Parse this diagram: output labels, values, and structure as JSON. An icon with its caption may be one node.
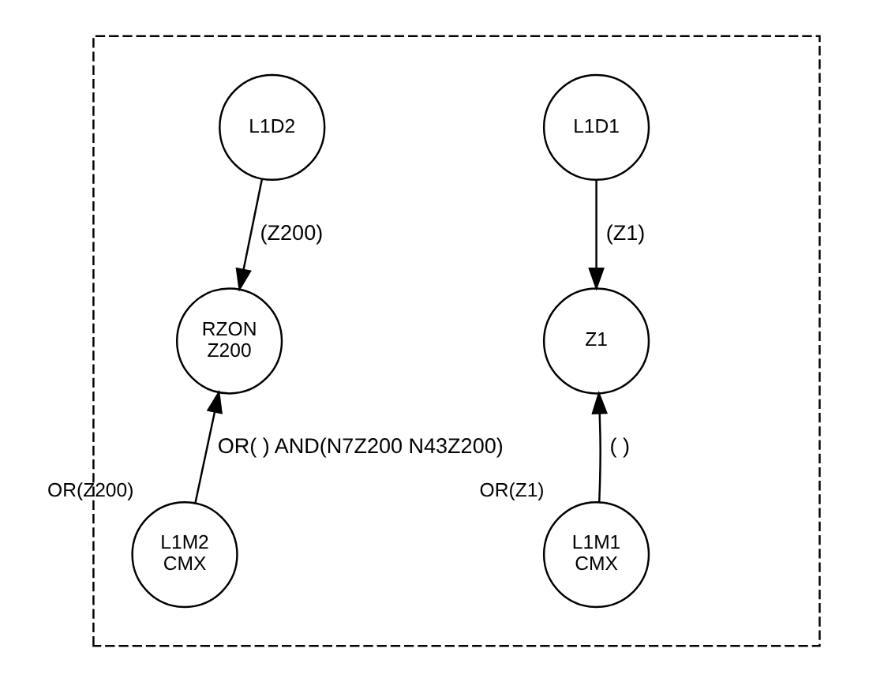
{
  "diagram": {
    "nodes": [
      {
        "text": [],
        "shape": "box"
      },
      {
        "text": [
          "L1D1"
        ],
        "in": 0
      },
      {
        "text": [
          "Z1"
        ],
        "in": 0
      },
      {
        "text": [
          "L1M1 CMX"
        ],
        "in": 0,
        "beside": [
          "OR(Z1)"
        ]
      },
      {
        "text": [
          "L1D2"
        ],
        "in": 0
      },
      {
        "text": [
          "RZON Z200"
        ],
        "in": 0
      },
      {
        "text": [
          "L1M2 CMX"
        ],
        "in": 0,
        "beside": [
          "OR(Z200)"
        ]
      }
    ],
    "edges": [
      {
        "from": 1,
        "to": 2,
        "arrow": "to",
        "label": "(Z1)"
      },
      {
        "from": 3,
        "to": 2,
        "arrow": "to",
        "label": "( )"
      },
      {
        "from": 4,
        "to": 5,
        "arrow": "to",
        "label": "(Z200)"
      },
      {
        "from": 6,
        "to": 5,
        "arrow": "to",
        "label": "OR( ) AND(N7Z200 N43Z200)"
      }
    ]
  }
}
